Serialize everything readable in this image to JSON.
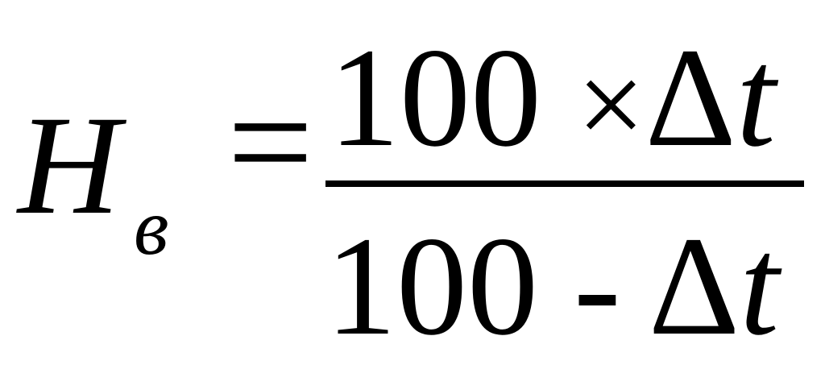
{
  "formula": {
    "lhs": {
      "variable": "H",
      "subscript": "в"
    },
    "equals": "=",
    "numerator": {
      "number": "100",
      "operator": "×",
      "delta": "Δ",
      "variable": "t"
    },
    "denominator": {
      "number": "100",
      "operator": "-",
      "delta": "Δ",
      "variable": "t"
    }
  }
}
